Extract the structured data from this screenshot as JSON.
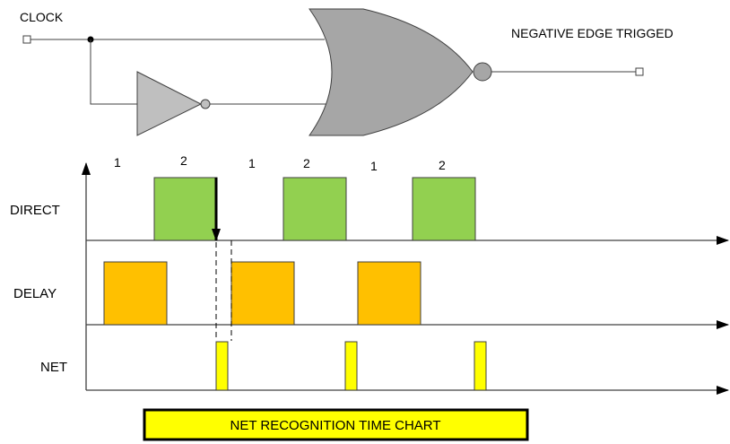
{
  "circuit": {
    "input_label": "CLOCK",
    "output_label": "NEGATIVE EDGE TRIGGED"
  },
  "timing": {
    "phase_labels": [
      "1",
      "2",
      "1",
      "2",
      "1",
      "2"
    ],
    "row_labels": {
      "direct": "DIRECT",
      "delay": "DELAY",
      "net": "NET"
    },
    "caption": "NET RECOGNITION TIME CHART"
  },
  "colors": {
    "gate_fill": "#a6a6a6",
    "inverter_fill": "#bfbfbf",
    "direct_pulse": "#92d050",
    "delay_pulse": "#ffc000",
    "net_pulse": "#ffff00",
    "caption_bg": "#ffff00",
    "line": "#404040"
  }
}
